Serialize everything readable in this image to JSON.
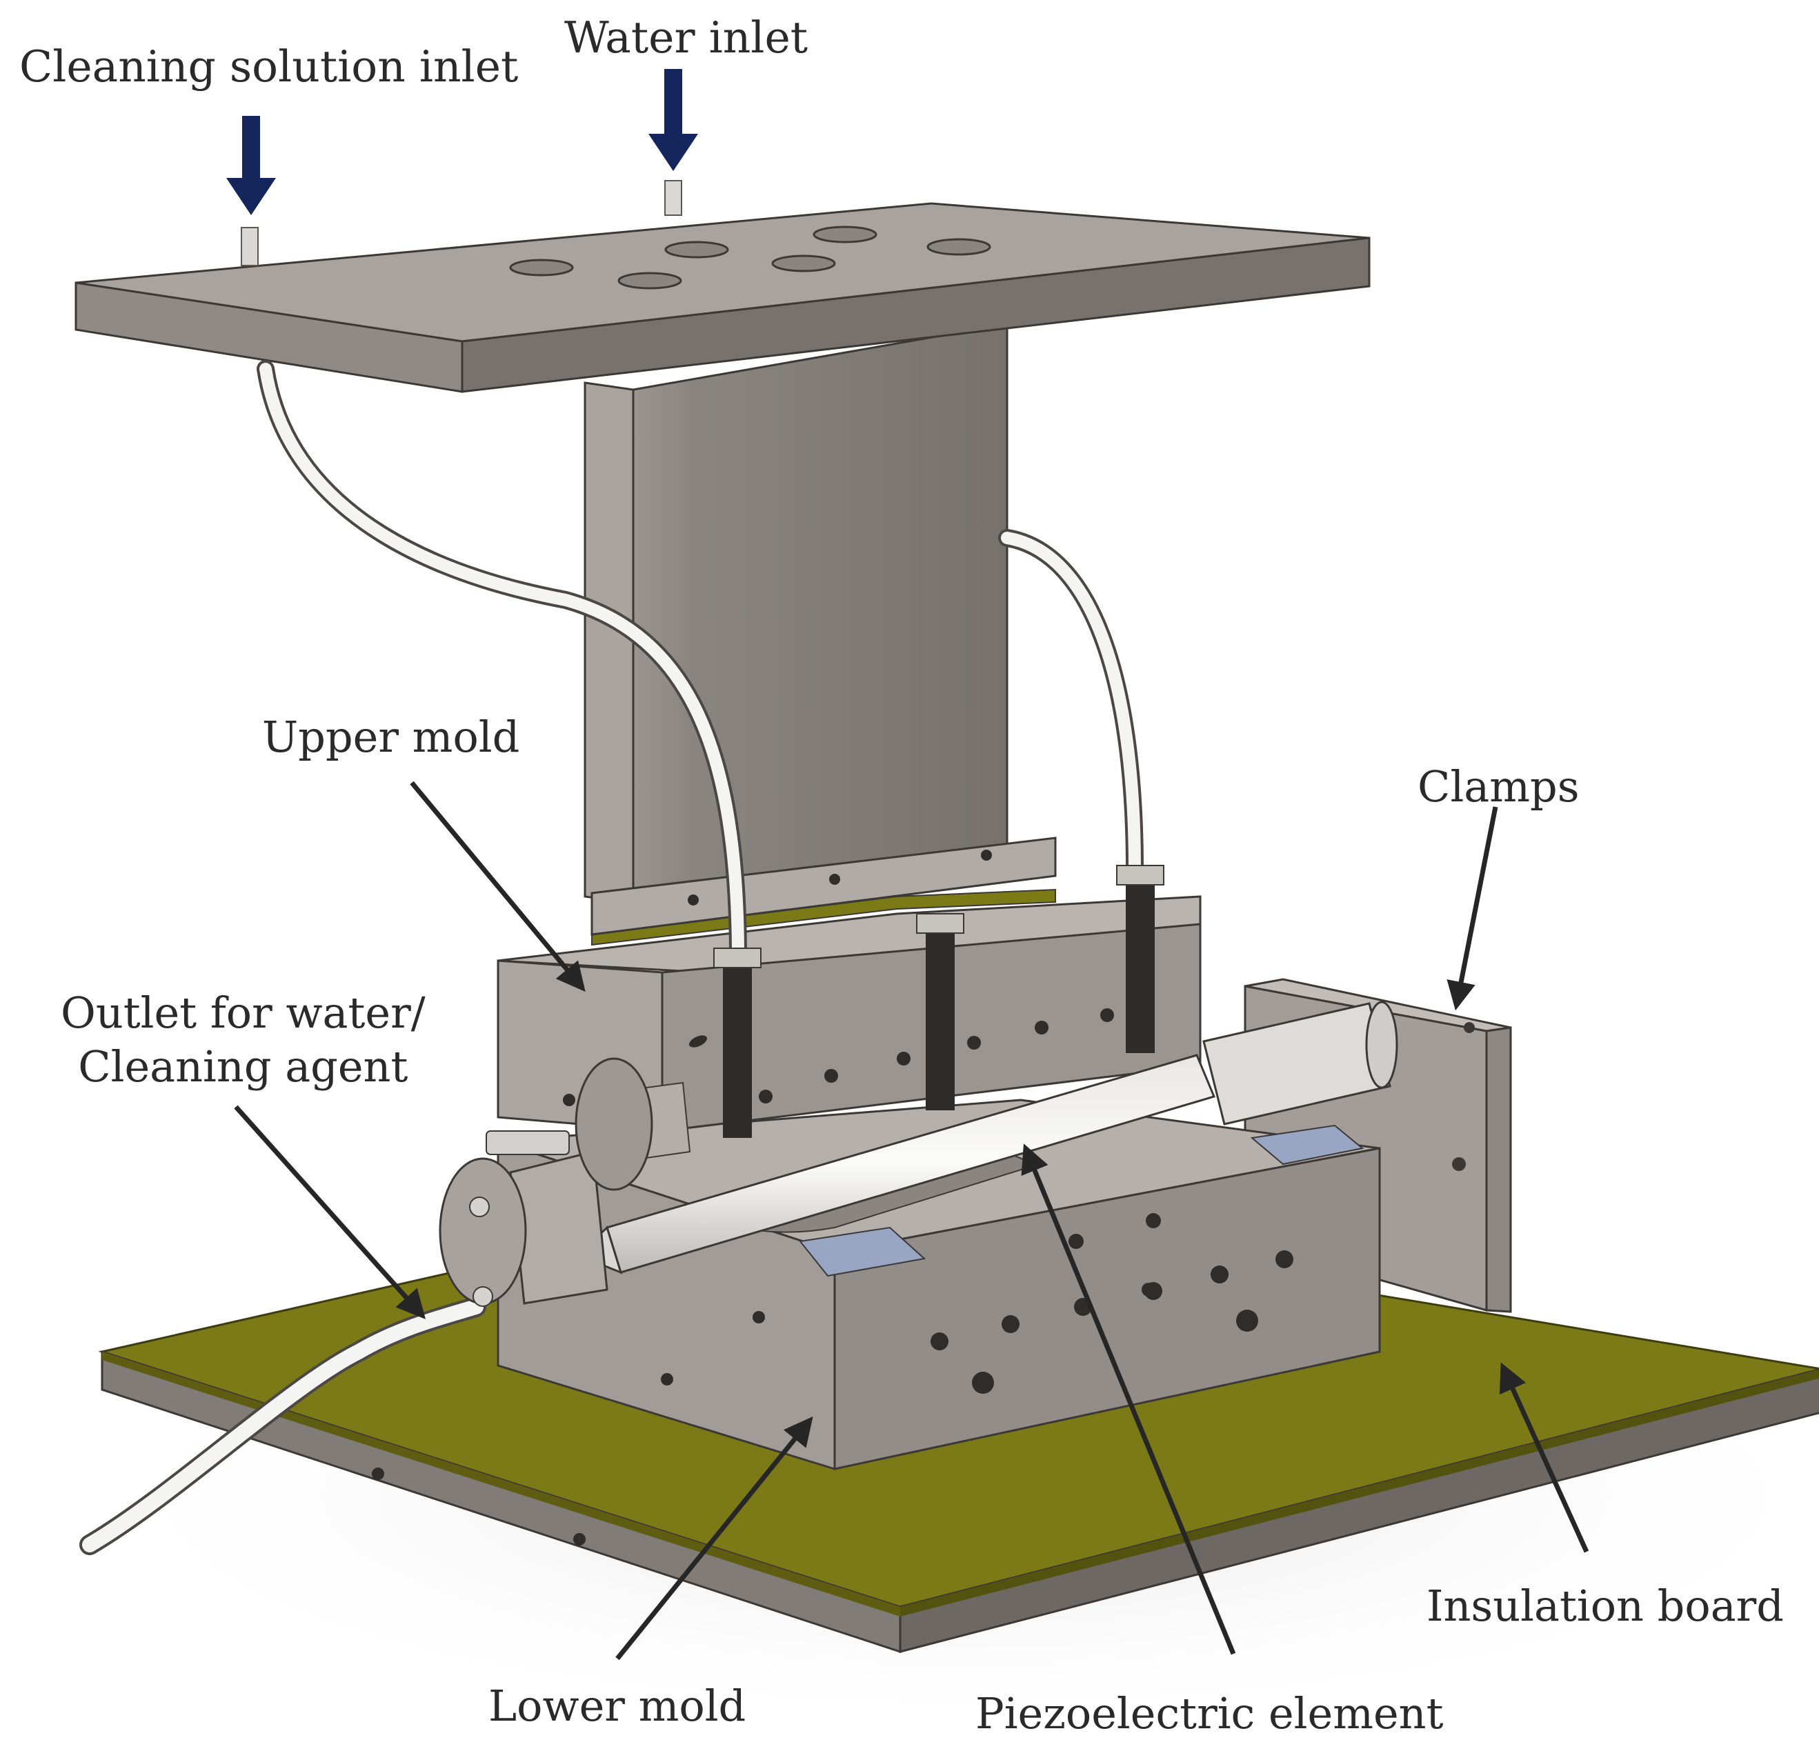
{
  "labels": {
    "cleaning_solution_inlet": "Cleaning solution inlet",
    "water_inlet": "Water inlet",
    "upper_mold": "Upper mold",
    "clamps": "Clamps",
    "outlet_line1": "Outlet for water/",
    "outlet_line2": "Cleaning agent",
    "insulation_board": "Insulation board",
    "lower_mold": "Lower mold",
    "piezoelectric_element": "Piezoelectric element"
  },
  "colors": {
    "background": "#ffffff",
    "inlet_arrow": "#14265c",
    "pointer_arrow": "#262626",
    "steel_light": "#a8a39e",
    "steel_mid": "#8f8a85",
    "steel_dark": "#6e6964",
    "insulation_board": "#7c7a17",
    "hose": "#f4f4f2"
  }
}
